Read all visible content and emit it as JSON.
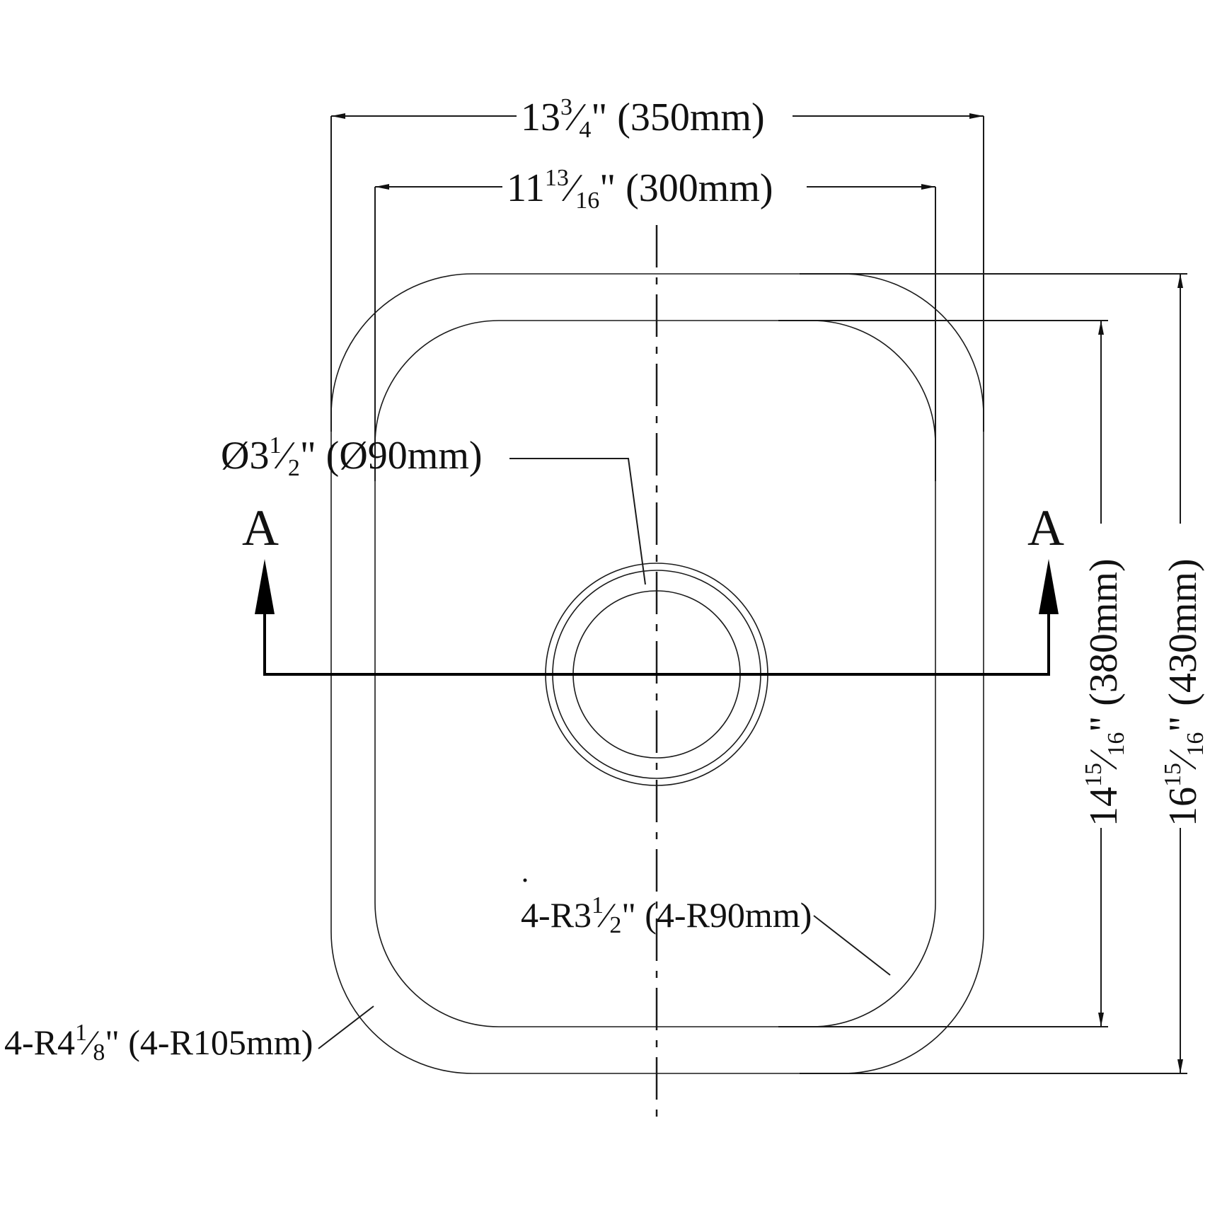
{
  "drawing": {
    "width_outer": {
      "whole": "13",
      "num": "3",
      "den": "4",
      "mm": "(350mm)"
    },
    "width_inner": {
      "whole": "11",
      "num": "13",
      "den": "16",
      "mm": "(300mm)"
    },
    "length_inner": {
      "whole": "14",
      "num": "15",
      "den": "16",
      "mm": "(380mm)"
    },
    "length_outer": {
      "whole": "16",
      "num": "15",
      "den": "16",
      "mm": "(430mm)"
    },
    "drain": {
      "prefix": "Ø3",
      "num": "1",
      "den": "2",
      "mm": "(Ø90mm)"
    },
    "radius_inner": {
      "prefix": "4-R3",
      "num": "1",
      "den": "2",
      "mm": "(4-R90mm)"
    },
    "radius_outer": {
      "prefix": "4-R4",
      "num": "1",
      "den": "8",
      "mm": "(4-R105mm)"
    },
    "section_label": "A"
  }
}
